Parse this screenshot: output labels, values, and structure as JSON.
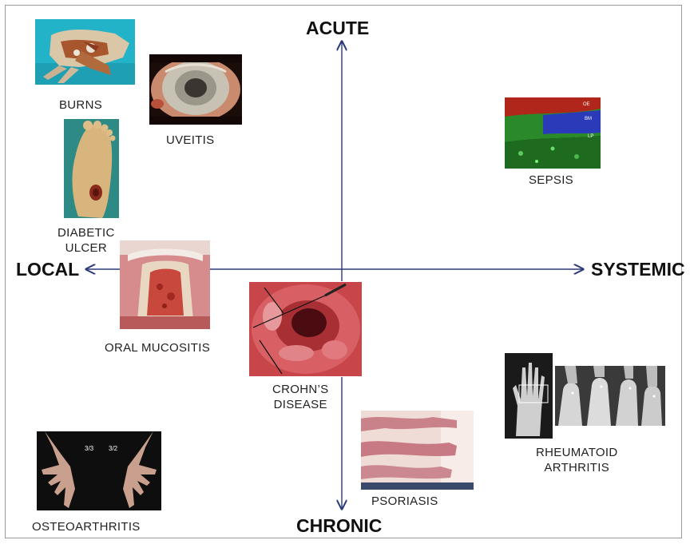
{
  "axes": {
    "top": "ACUTE",
    "bottom": "CHRONIC",
    "left": "LOCAL",
    "right": "SYSTEMIC",
    "color": "#2b3a7a"
  },
  "conditions": [
    {
      "id": "burns",
      "label": "BURNS",
      "image": "burned-hand-photo"
    },
    {
      "id": "uveitis",
      "label": "UVEITIS",
      "image": "inflamed-eye-photo"
    },
    {
      "id": "diabetic-ulcer",
      "label_lines": [
        "DIABETIC",
        "ULCER"
      ],
      "image": "foot-ulcer-photo"
    },
    {
      "id": "oral-mucositis",
      "label": "ORAL MUCOSITIS",
      "image": "mouth-palate-lesion-photo"
    },
    {
      "id": "crohns-disease",
      "label_lines": [
        "CROHN’S",
        "DISEASE"
      ],
      "image": "endoscopy-bowel-photo"
    },
    {
      "id": "sepsis",
      "label": "SEPSIS",
      "image": "fluorescence-micrograph"
    },
    {
      "id": "rheumatoid-arthritis",
      "label_lines": [
        "RHEUMATOID",
        "ARTHRITIS"
      ],
      "image": "hand-xray-images"
    },
    {
      "id": "psoriasis",
      "label": "PSORIASIS",
      "image": "skin-plaques-photo"
    },
    {
      "id": "osteoarthritis",
      "label": "OSTEOARTHRITIS",
      "image": "arthritic-hands-photo"
    }
  ],
  "image_text": {
    "sepsis_oe": "OE",
    "sepsis_bm": "BM",
    "sepsis_lp": "LP",
    "oa_left": "3/3",
    "oa_right": "3/2"
  }
}
